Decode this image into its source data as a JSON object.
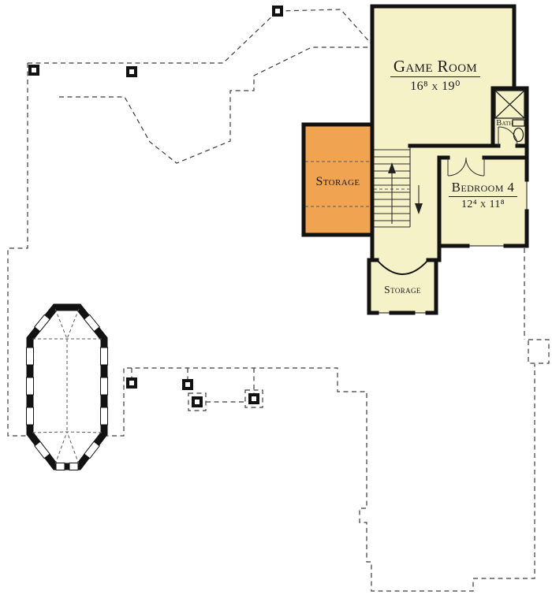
{
  "colors": {
    "room_fill": "#f6f2c8",
    "storage_fill": "#f0a351",
    "wall": "#121212",
    "dash": "#3c3c3c",
    "background": "#ffffff"
  },
  "rooms": {
    "game_room": {
      "name": "Game Room",
      "dims": "16⁸ x 19⁰"
    },
    "bath": {
      "name": "Bath"
    },
    "bedroom_4": {
      "name": "Bedroom 4",
      "dims": "12⁴ x 11⁸"
    },
    "storage_attic": {
      "name": "Storage"
    },
    "storage_lower": {
      "name": "Storage"
    }
  }
}
